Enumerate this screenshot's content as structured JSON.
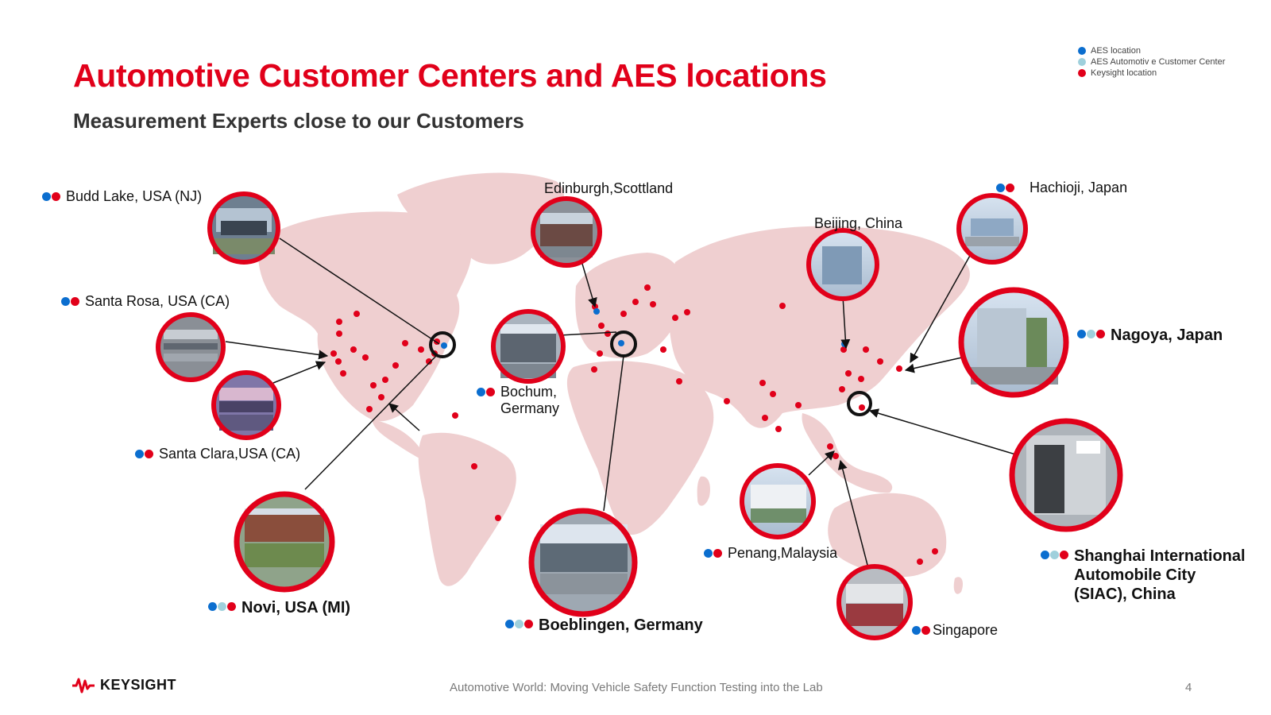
{
  "header": {
    "title": "Automotive Customer Centers and AES locations",
    "subtitle": "Measurement Experts close to our Customers"
  },
  "legend": [
    {
      "label": "AES location",
      "color": "#0b6ecf"
    },
    {
      "label": "AES Automotiv e Customer Center",
      "color": "#9fd0dc"
    },
    {
      "label": "Keysight location",
      "color": "#e1001a"
    }
  ],
  "colors": {
    "aes": "#0b6ecf",
    "customer_center": "#9fd0dc",
    "keysight": "#e1001a",
    "map_fill": "#efcfd0",
    "ring": "#e1001a"
  },
  "locations": {
    "budd_lake": {
      "label": "Budd Lake, USA (NJ)"
    },
    "santa_rosa": {
      "label": "Santa Rosa, USA (CA)"
    },
    "santa_clara": {
      "label": "Santa Clara,USA (CA)"
    },
    "novi": {
      "label": "Novi, USA (MI)"
    },
    "bochum": {
      "label": "Bochum,\nGermany"
    },
    "edinburgh": {
      "label": "Edinburgh,Scottland"
    },
    "boeblingen": {
      "label": "Boeblingen, Germany"
    },
    "beijing": {
      "label": "Beijing, China"
    },
    "hachioji": {
      "label": "Hachioji, Japan"
    },
    "nagoya": {
      "label": "Nagoya, Japan"
    },
    "penang": {
      "label": "Penang,Malaysia"
    },
    "singapore": {
      "label": "Singapore"
    },
    "shanghai": {
      "label": "Shanghai International\nAutomobile City\n(SIAC), China"
    }
  },
  "footer": {
    "brand": "KEYSIGHT",
    "text": "Automotive World: Moving Vehicle Safety Function Testing into the Lab",
    "page": "4"
  }
}
